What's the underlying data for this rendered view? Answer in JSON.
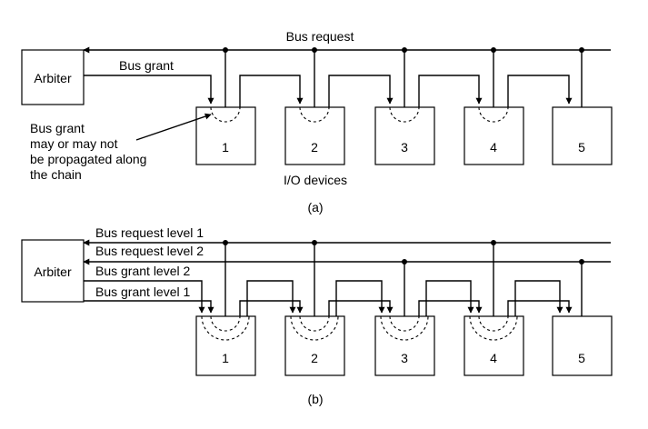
{
  "diagram_a": {
    "arbiter_label": "Arbiter",
    "bus_request_label": "Bus request",
    "bus_grant_label": "Bus grant",
    "note_lines": [
      "Bus grant",
      "may or may not",
      "be propagated along",
      "the chain"
    ],
    "io_devices_label": "I/O devices",
    "devices": [
      "1",
      "2",
      "3",
      "4",
      "5"
    ],
    "caption": "(a)"
  },
  "diagram_b": {
    "arbiter_label": "Arbiter",
    "bus_request_level1_label": "Bus request level 1",
    "bus_request_level2_label": "Bus request level 2",
    "bus_grant_level2_label": "Bus grant level 2",
    "bus_grant_level1_label": "Bus grant level 1",
    "devices": [
      "1",
      "2",
      "3",
      "4",
      "5"
    ],
    "caption": "(b)"
  }
}
